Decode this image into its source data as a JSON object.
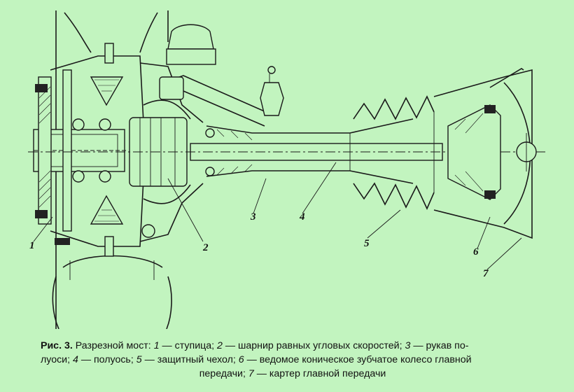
{
  "figure": {
    "callouts": [
      "1",
      "2",
      "3",
      "4",
      "5",
      "6",
      "7"
    ]
  },
  "caption": {
    "label": "Рис. 3.",
    "title": "Разрезной мост:",
    "items": [
      {
        "num": "1",
        "text": "— ступица;"
      },
      {
        "num": "2",
        "text": "— шарнир равных угловых скоростей;"
      },
      {
        "num": "3",
        "text": "— рукав по-"
      },
      {
        "num": "",
        "text": "луоси;"
      },
      {
        "num": "4",
        "text": "— полуось;"
      },
      {
        "num": "5",
        "text": "— защитный чехол;"
      },
      {
        "num": "6",
        "text": "— ведомое коническое зубчатое колесо главной"
      },
      {
        "num": "",
        "text": "передачи;"
      },
      {
        "num": "7",
        "text": "— картер главной передачи"
      }
    ]
  },
  "colors": {
    "background": "#c2f4bf",
    "ink": "#1a1a1a"
  }
}
